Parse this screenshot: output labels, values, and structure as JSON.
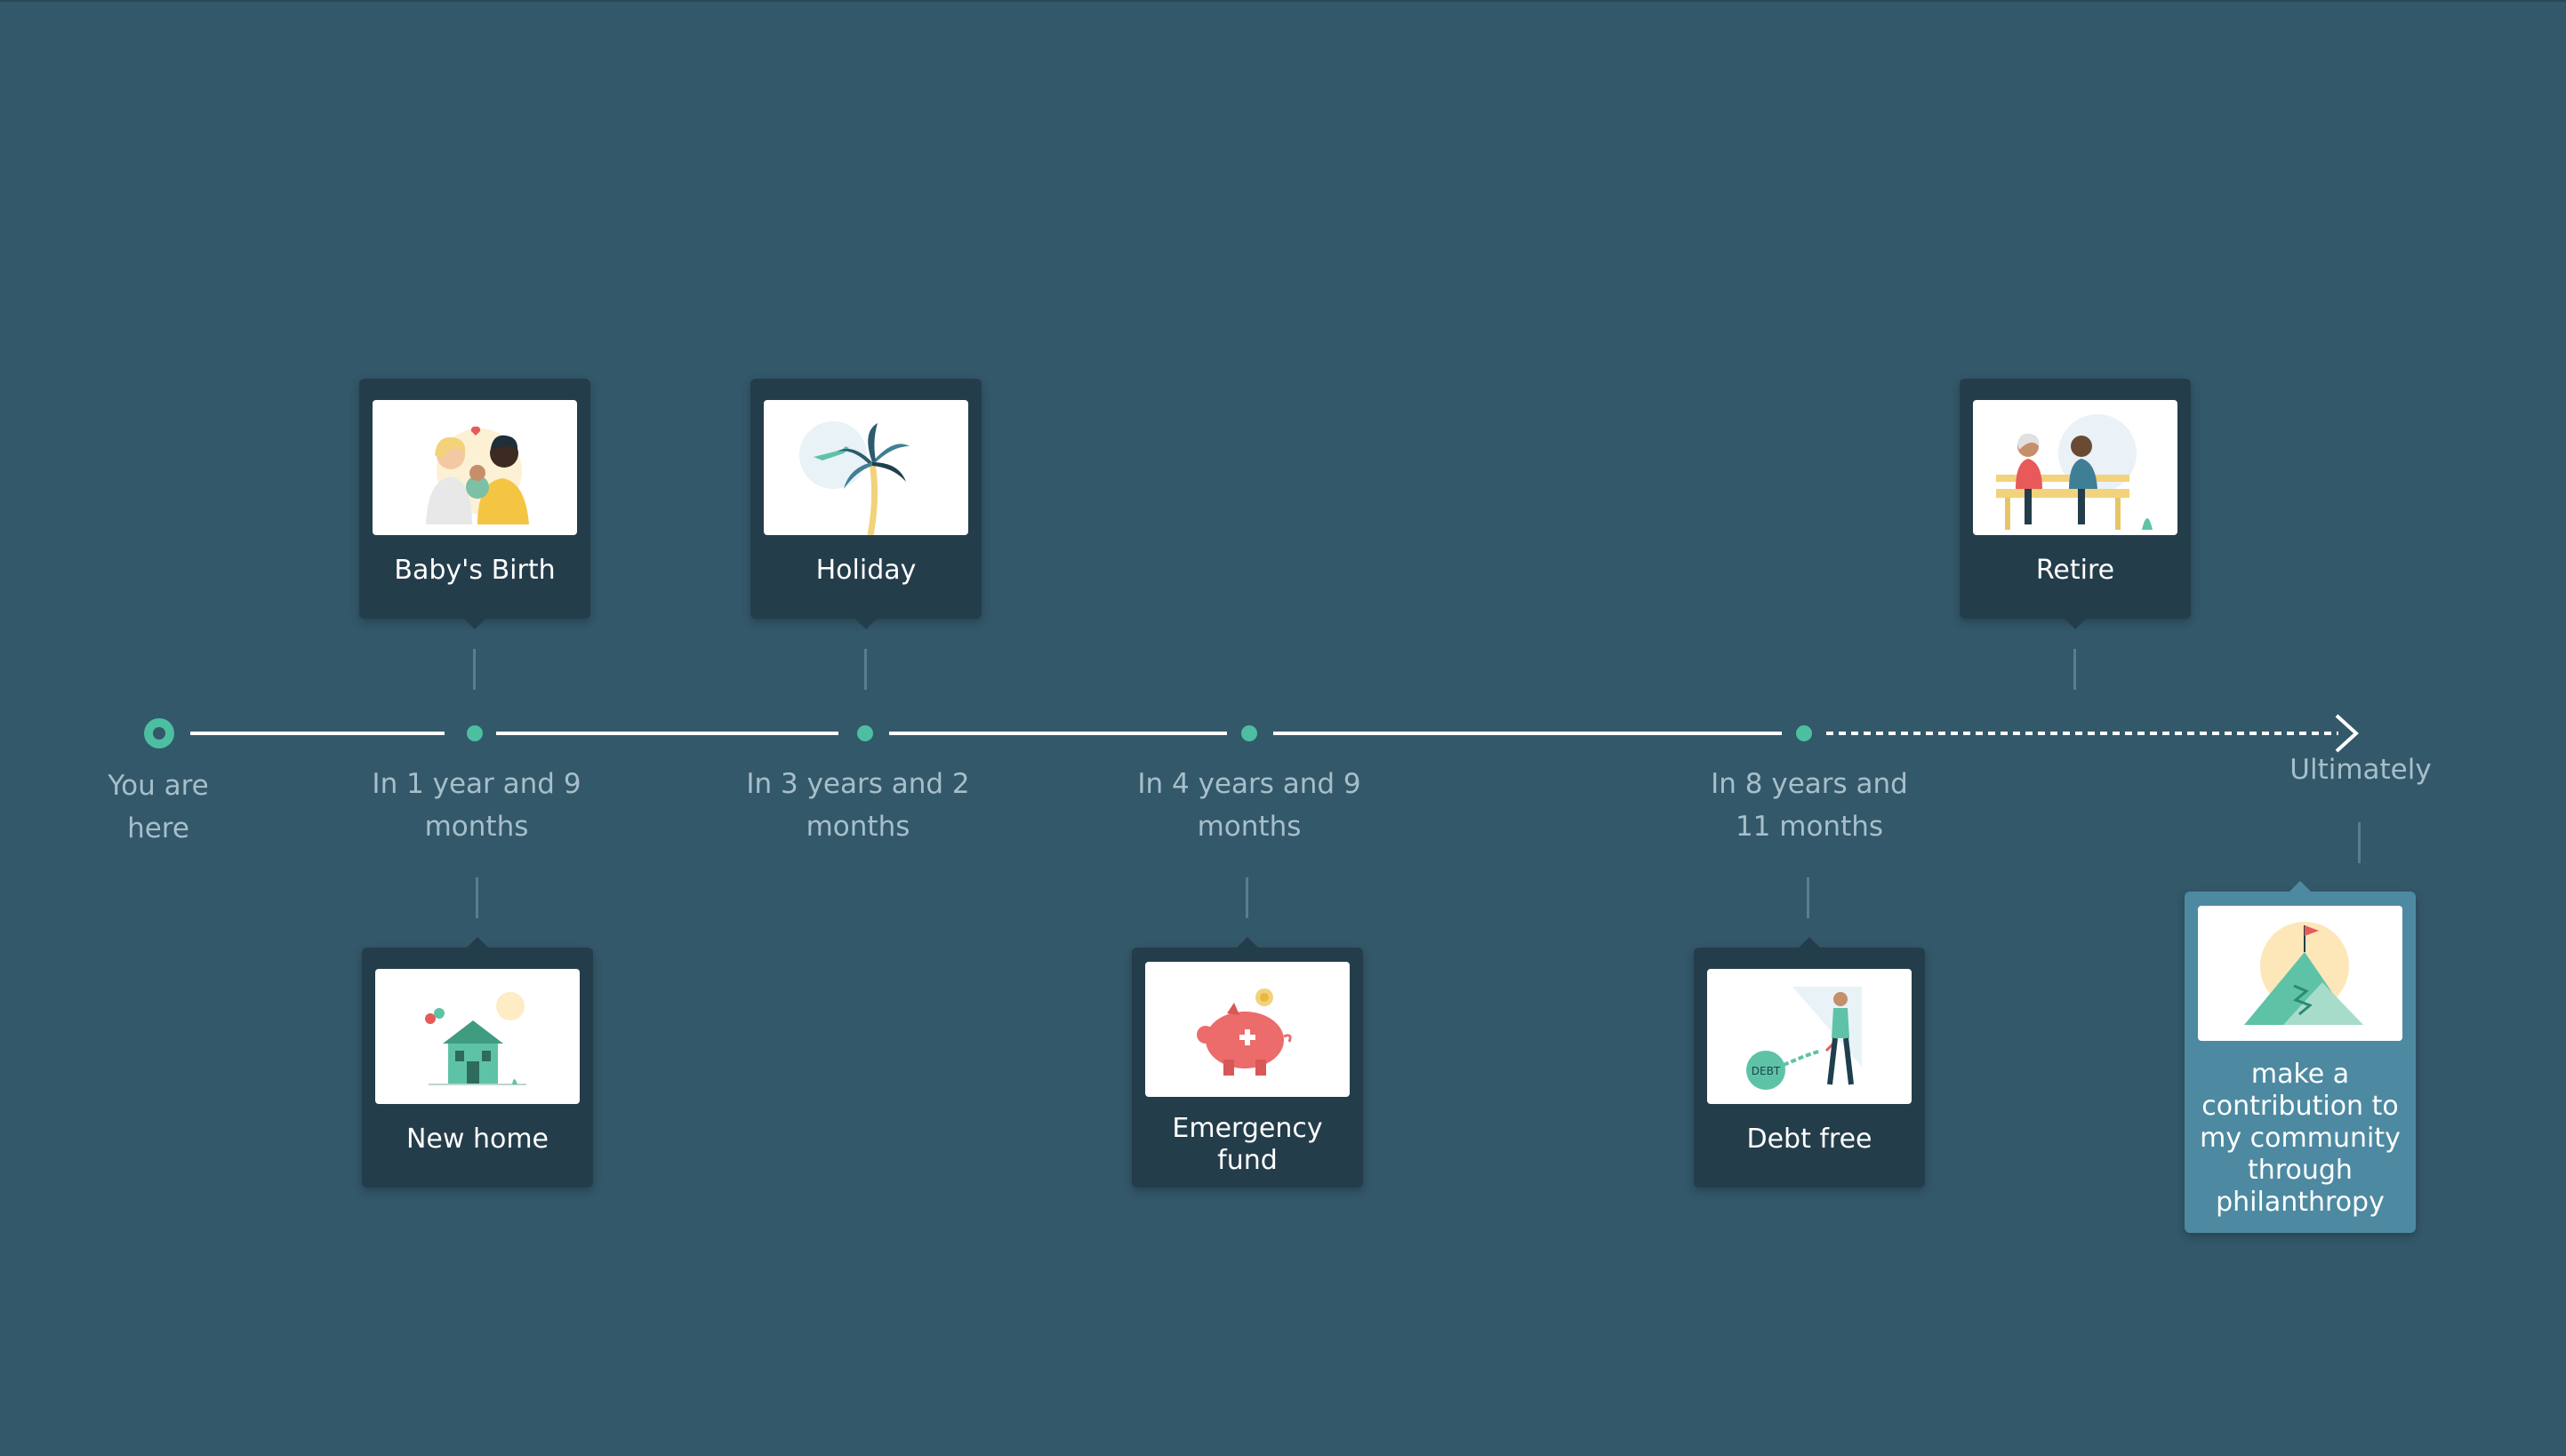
{
  "timeline": {
    "start_label": "You are here",
    "end_label": "Ultimately",
    "accent_color": "#4cbfa0",
    "line_color": "#ffffff",
    "background_color": "#33586a",
    "card_color": "#243d4a",
    "highlight_card_color": "#4d8aa2",
    "markers": [
      {
        "when": "In 1 year and 9 months"
      },
      {
        "when": "In 3 years and 2 months"
      },
      {
        "when": "In 4 years and 9 months"
      },
      {
        "when": "In 8 years and 11 months"
      }
    ]
  },
  "goals": {
    "babys_birth": {
      "label": "Baby's Birth",
      "icon": "family-illustration"
    },
    "holiday": {
      "label": "Holiday",
      "icon": "palm-tree-plane-illustration"
    },
    "retire": {
      "label": "Retire",
      "icon": "retired-couple-bench-illustration"
    },
    "new_home": {
      "label": "New home",
      "icon": "house-illustration"
    },
    "emergency_fund": {
      "label": "Emergency fund",
      "icon": "piggy-bank-illustration"
    },
    "debt_free": {
      "label": "Debt free",
      "icon": "broken-chain-illustration"
    },
    "philanthropy": {
      "label": "make a contribution to my community through philanthropy",
      "icon": "mountain-flag-illustration"
    }
  }
}
